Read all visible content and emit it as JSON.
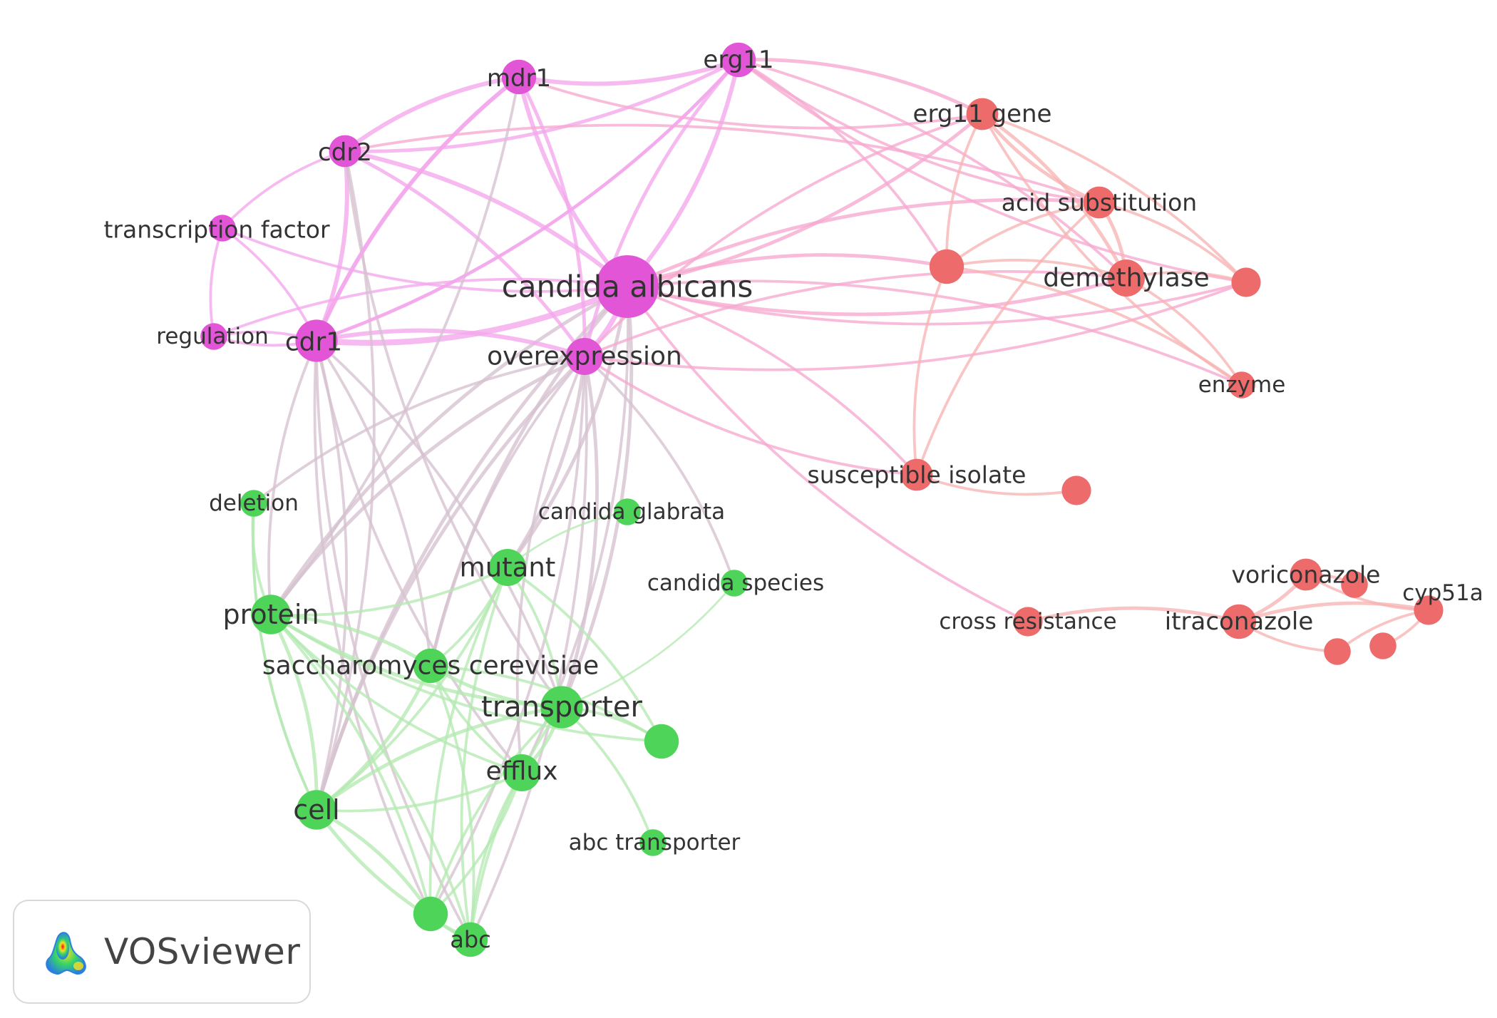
{
  "app": {
    "name": "VOSviewer",
    "logo_icon": "vosviewer-heatmap-logo-icon"
  },
  "palette": {
    "magenta": "#e255d6",
    "red": "#ee6b6b",
    "green": "#4fd45a",
    "label": "#333333"
  },
  "clusters": [
    {
      "id": "magenta",
      "color": "#e255d6",
      "edge_color": "#f3a6ec"
    },
    {
      "id": "red",
      "color": "#ee6b6b",
      "edge_color": "#f7b3b3"
    },
    {
      "id": "green",
      "color": "#4fd45a",
      "edge_color": "#b5e9b2"
    }
  ],
  "nodes": [
    {
      "id": "candida_albicans",
      "label": "candida albicans",
      "cluster": "magenta",
      "weight": 10
    },
    {
      "id": "cdr1",
      "label": "cdr1",
      "cluster": "magenta",
      "weight": 6
    },
    {
      "id": "cdr2",
      "label": "cdr2",
      "cluster": "magenta",
      "weight": 4
    },
    {
      "id": "mdr1",
      "label": "mdr1",
      "cluster": "magenta",
      "weight": 4.5
    },
    {
      "id": "erg11",
      "label": "erg11",
      "cluster": "magenta",
      "weight": 4.5
    },
    {
      "id": "transcription_factor",
      "label": "transcription factor",
      "cluster": "magenta",
      "weight": 3
    },
    {
      "id": "regulation",
      "label": "regulation",
      "cluster": "magenta",
      "weight": 3
    },
    {
      "id": "overexpression",
      "label": "overexpression",
      "cluster": "magenta",
      "weight": 5
    },
    {
      "id": "erg11_gene",
      "label": "erg11 gene",
      "cluster": "red",
      "weight": 4
    },
    {
      "id": "acid_substitution",
      "label": "acid substitution",
      "cluster": "red",
      "weight": 4
    },
    {
      "id": "demethylase",
      "label": "demethylase",
      "cluster": "red",
      "weight": 5
    },
    {
      "id": "enzyme",
      "label": "enzyme",
      "cluster": "red",
      "weight": 3
    },
    {
      "id": "unlabeled_red_1",
      "label": "",
      "cluster": "red",
      "weight": 4.5
    },
    {
      "id": "unlabeled_red_2",
      "label": "",
      "cluster": "red",
      "weight": 3.5
    },
    {
      "id": "susceptible_isolate",
      "label": "susceptible isolate",
      "cluster": "red",
      "weight": 4
    },
    {
      "id": "unlabeled_red_3",
      "label": "",
      "cluster": "red",
      "weight": 3.5
    },
    {
      "id": "cross_resistance",
      "label": "cross resistance",
      "cluster": "red",
      "weight": 3.5
    },
    {
      "id": "itraconazole",
      "label": "itraconazole",
      "cluster": "red",
      "weight": 4.5
    },
    {
      "id": "voriconazole",
      "label": "voriconazole",
      "cluster": "red",
      "weight": 4
    },
    {
      "id": "cyp51a",
      "label": "cyp51a",
      "cluster": "red",
      "weight": 3.5
    },
    {
      "id": "unlabeled_red_4",
      "label": "",
      "cluster": "red",
      "weight": 3
    },
    {
      "id": "unlabeled_red_5",
      "label": "",
      "cluster": "red",
      "weight": 3
    },
    {
      "id": "unlabeled_red_6",
      "label": "",
      "cluster": "red",
      "weight": 3
    },
    {
      "id": "deletion",
      "label": "deletion",
      "cluster": "green",
      "weight": 3
    },
    {
      "id": "candida_glabrata",
      "label": "candida glabrata",
      "cluster": "green",
      "weight": 3
    },
    {
      "id": "mutant",
      "label": "mutant",
      "cluster": "green",
      "weight": 5
    },
    {
      "id": "candida_species",
      "label": "candida species",
      "cluster": "green",
      "weight": 3
    },
    {
      "id": "protein",
      "label": "protein",
      "cluster": "green",
      "weight": 5.5
    },
    {
      "id": "saccharomyces_cerevisiae",
      "label": "saccharomyces cerevisiae",
      "cluster": "green",
      "weight": 4.5
    },
    {
      "id": "transporter",
      "label": "transporter",
      "cluster": "green",
      "weight": 6
    },
    {
      "id": "unlabeled_green_1",
      "label": "",
      "cluster": "green",
      "weight": 4.5
    },
    {
      "id": "efflux",
      "label": "efflux",
      "cluster": "green",
      "weight": 5
    },
    {
      "id": "cell",
      "label": "cell",
      "cluster": "green",
      "weight": 5.5
    },
    {
      "id": "abc_transporter",
      "label": "abc transporter",
      "cluster": "green",
      "weight": 3
    },
    {
      "id": "unlabeled_green_2",
      "label": "",
      "cluster": "green",
      "weight": 4.5
    },
    {
      "id": "abc",
      "label": "abc",
      "cluster": "green",
      "weight": 4.5
    }
  ],
  "links": [
    [
      "candida_albicans",
      "cdr1",
      6
    ],
    [
      "candida_albicans",
      "cdr2",
      4
    ],
    [
      "candida_albicans",
      "mdr1",
      4
    ],
    [
      "candida_albicans",
      "erg11",
      4
    ],
    [
      "candida_albicans",
      "transcription_factor",
      2
    ],
    [
      "candida_albicans",
      "regulation",
      2
    ],
    [
      "candida_albicans",
      "overexpression",
      5
    ],
    [
      "candida_albicans",
      "erg11_gene",
      3
    ],
    [
      "candida_albicans",
      "acid_substitution",
      3
    ],
    [
      "candida_albicans",
      "demethylase",
      3
    ],
    [
      "candida_albicans",
      "unlabeled_red_1",
      3
    ],
    [
      "candida_albicans",
      "unlabeled_red_2",
      2
    ],
    [
      "candida_albicans",
      "susceptible_isolate",
      2
    ],
    [
      "candida_albicans",
      "cross_resistance",
      2
    ],
    [
      "candida_albicans",
      "enzyme",
      2
    ],
    [
      "candida_albicans",
      "protein",
      3
    ],
    [
      "candida_albicans",
      "mutant",
      3
    ],
    [
      "candida_albicans",
      "saccharomyces_cerevisiae",
      3
    ],
    [
      "candida_albicans",
      "transporter",
      3
    ],
    [
      "candida_albicans",
      "cell",
      3
    ],
    [
      "candida_albicans",
      "efflux",
      2
    ],
    [
      "cdr1",
      "cdr2",
      4
    ],
    [
      "cdr1",
      "mdr1",
      4
    ],
    [
      "cdr1",
      "erg11",
      3
    ],
    [
      "cdr1",
      "overexpression",
      4
    ],
    [
      "cdr1",
      "transcription_factor",
      2
    ],
    [
      "cdr1",
      "regulation",
      2
    ],
    [
      "cdr1",
      "protein",
      2
    ],
    [
      "cdr1",
      "cell",
      2
    ],
    [
      "cdr1",
      "abc",
      2
    ],
    [
      "cdr1",
      "transporter",
      2
    ],
    [
      "cdr1",
      "efflux",
      2
    ],
    [
      "cdr1",
      "saccharomyces_cerevisiae",
      2
    ],
    [
      "cdr1",
      "unlabeled_green_2",
      2
    ],
    [
      "cdr2",
      "mdr1",
      4
    ],
    [
      "cdr2",
      "erg11",
      3
    ],
    [
      "cdr2",
      "overexpression",
      3
    ],
    [
      "cdr2",
      "transcription_factor",
      2
    ],
    [
      "cdr2",
      "cell",
      2
    ],
    [
      "cdr2",
      "transporter",
      2
    ],
    [
      "cdr2",
      "acid_substitution",
      2
    ],
    [
      "mdr1",
      "erg11",
      4
    ],
    [
      "mdr1",
      "overexpression",
      3
    ],
    [
      "mdr1",
      "cdr1",
      3
    ],
    [
      "mdr1",
      "protein",
      2
    ],
    [
      "mdr1",
      "erg11_gene",
      2
    ],
    [
      "erg11",
      "erg11_gene",
      3
    ],
    [
      "erg11",
      "acid_substitution",
      2
    ],
    [
      "erg11",
      "demethylase",
      2
    ],
    [
      "erg11",
      "overexpression",
      3
    ],
    [
      "erg11",
      "unlabeled_red_1",
      2
    ],
    [
      "erg11",
      "unlabeled_red_2",
      2
    ],
    [
      "erg11",
      "cdr1",
      2
    ],
    [
      "transcription_factor",
      "regulation",
      2
    ],
    [
      "regulation",
      "cdr1",
      2
    ],
    [
      "overexpression",
      "protein",
      3
    ],
    [
      "overexpression",
      "mutant",
      3
    ],
    [
      "overexpression",
      "cell",
      3
    ],
    [
      "overexpression",
      "transporter",
      3
    ],
    [
      "overexpression",
      "efflux",
      2
    ],
    [
      "overexpression",
      "abc",
      2
    ],
    [
      "overexpression",
      "saccharomyces_cerevisiae",
      2
    ],
    [
      "overexpression",
      "unlabeled_green_2",
      2
    ],
    [
      "overexpression",
      "deletion",
      2
    ],
    [
      "overexpression",
      "candida_species",
      2
    ],
    [
      "overexpression",
      "susceptible_isolate",
      2
    ],
    [
      "overexpression",
      "demethylase",
      2
    ],
    [
      "overexpression",
      "unlabeled_red_2",
      2
    ],
    [
      "overexpression",
      "erg11_gene",
      2
    ],
    [
      "erg11_gene",
      "acid_substitution",
      3
    ],
    [
      "erg11_gene",
      "demethylase",
      3
    ],
    [
      "erg11_gene",
      "unlabeled_red_1",
      2
    ],
    [
      "erg11_gene",
      "unlabeled_red_2",
      2
    ],
    [
      "erg11_gene",
      "enzyme",
      2
    ],
    [
      "acid_substitution",
      "demethylase",
      3
    ],
    [
      "acid_substitution",
      "unlabeled_red_1",
      2
    ],
    [
      "acid_substitution",
      "unlabeled_red_2",
      2
    ],
    [
      "acid_substitution",
      "susceptible_isolate",
      2
    ],
    [
      "demethylase",
      "enzyme",
      2
    ],
    [
      "demethylase",
      "unlabeled_red_1",
      2
    ],
    [
      "demethylase",
      "unlabeled_red_2",
      2
    ],
    [
      "unlabeled_red_1",
      "susceptible_isolate",
      2
    ],
    [
      "unlabeled_red_1",
      "enzyme",
      2
    ],
    [
      "susceptible_isolate",
      "unlabeled_red_3",
      2
    ],
    [
      "cross_resistance",
      "itraconazole",
      3
    ],
    [
      "itraconazole",
      "voriconazole",
      3
    ],
    [
      "itraconazole",
      "cyp51a",
      3
    ],
    [
      "voriconazole",
      "cyp51a",
      2
    ],
    [
      "voriconazole",
      "unlabeled_red_4",
      2
    ],
    [
      "cyp51a",
      "unlabeled_red_5",
      2
    ],
    [
      "cyp51a",
      "unlabeled_red_6",
      2
    ],
    [
      "itraconazole",
      "unlabeled_red_5",
      2
    ],
    [
      "protein",
      "cell",
      3
    ],
    [
      "protein",
      "transporter",
      3
    ],
    [
      "protein",
      "saccharomyces_cerevisiae",
      3
    ],
    [
      "protein",
      "efflux",
      2
    ],
    [
      "protein",
      "abc",
      2
    ],
    [
      "protein",
      "mutant",
      2
    ],
    [
      "protein",
      "deletion",
      2
    ],
    [
      "protein",
      "unlabeled_green_1",
      2
    ],
    [
      "protein",
      "unlabeled_green_2",
      2
    ],
    [
      "saccharomyces_cerevisiae",
      "transporter",
      3
    ],
    [
      "saccharomyces_cerevisiae",
      "cell",
      3
    ],
    [
      "saccharomyces_cerevisiae",
      "efflux",
      2
    ],
    [
      "saccharomyces_cerevisiae",
      "abc",
      2
    ],
    [
      "saccharomyces_cerevisiae",
      "mutant",
      2
    ],
    [
      "saccharomyces_cerevisiae",
      "unlabeled_green_1",
      2
    ],
    [
      "transporter",
      "cell",
      3
    ],
    [
      "transporter",
      "efflux",
      3
    ],
    [
      "transporter",
      "abc",
      2
    ],
    [
      "transporter",
      "unlabeled_green_1",
      2
    ],
    [
      "transporter",
      "mutant",
      2
    ],
    [
      "transporter",
      "abc_transporter",
      2
    ],
    [
      "transporter",
      "unlabeled_green_2",
      2
    ],
    [
      "efflux",
      "cell",
      2
    ],
    [
      "efflux",
      "abc",
      2
    ],
    [
      "efflux",
      "unlabeled_green_2",
      2
    ],
    [
      "cell",
      "abc",
      3
    ],
    [
      "cell",
      "unlabeled_green_2",
      3
    ],
    [
      "cell",
      "mutant",
      2
    ],
    [
      "cell",
      "deletion",
      2
    ],
    [
      "mutant",
      "abc",
      2
    ],
    [
      "mutant",
      "unlabeled_green_1",
      2
    ],
    [
      "mutant",
      "unlabeled_green_2",
      2
    ],
    [
      "abc",
      "unlabeled_green_2",
      2
    ],
    [
      "deletion",
      "cell",
      2
    ],
    [
      "candida_species",
      "transporter",
      1
    ],
    [
      "candida_glabrata",
      "mutant",
      1
    ]
  ]
}
